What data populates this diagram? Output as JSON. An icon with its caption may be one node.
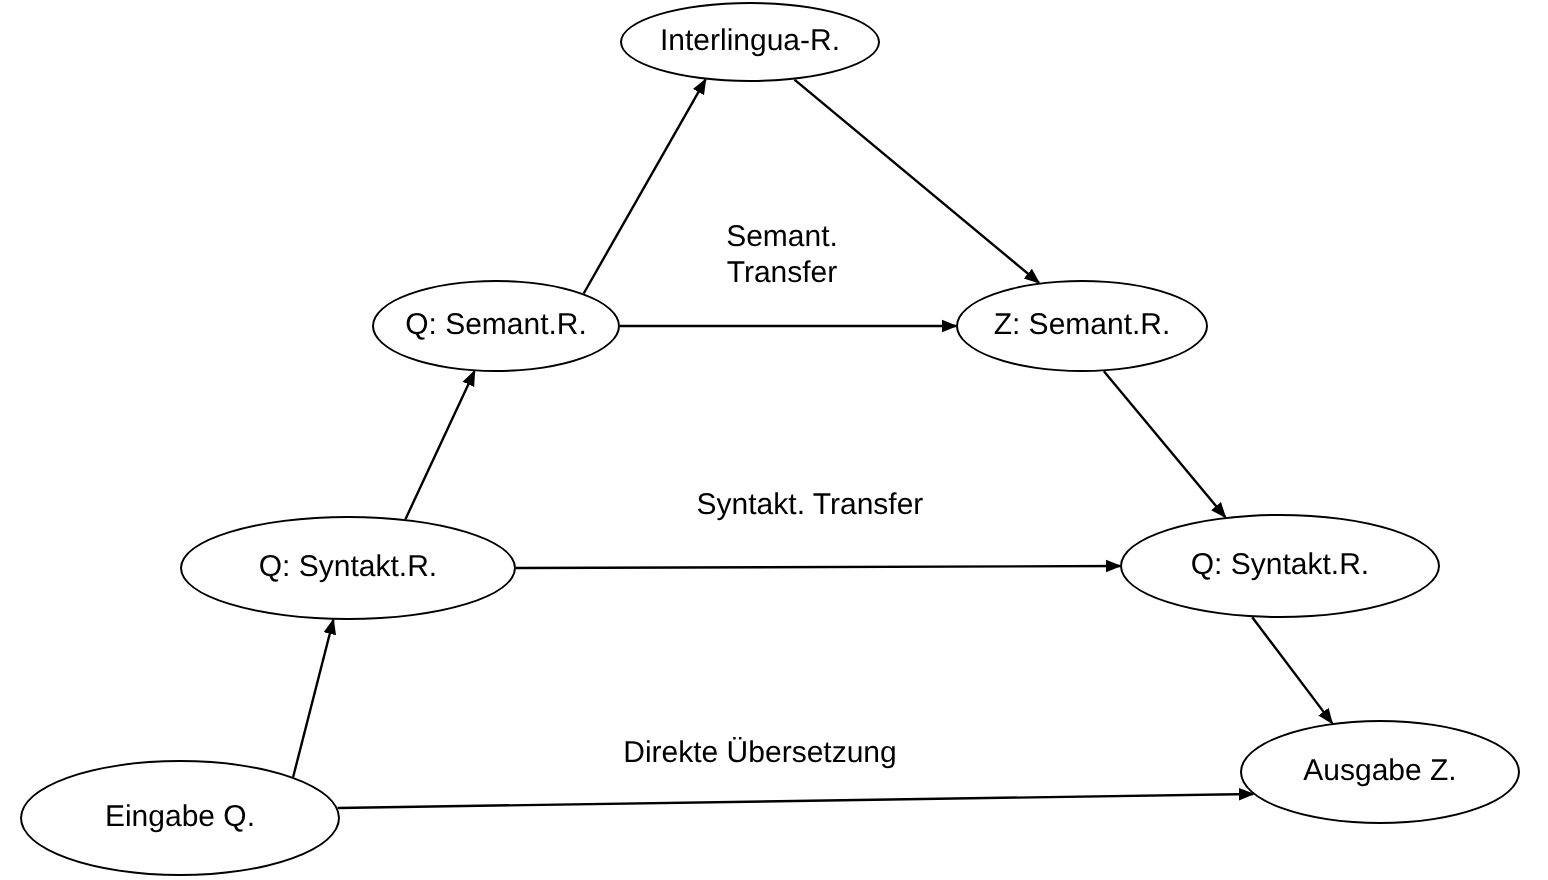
{
  "diagram": {
    "nodes": [
      {
        "text": [
          "Interlingua-R."
        ]
      },
      {
        "text": [
          "Q: Semant.R."
        ]
      },
      {
        "text": [
          "Z: Semant.R."
        ]
      },
      {
        "text": [
          "Q: Syntakt.R."
        ]
      },
      {
        "text": [
          "Q: Syntakt.R."
        ]
      },
      {
        "text": [
          "Eingabe Q."
        ]
      },
      {
        "text": [
          "Ausgabe Z."
        ]
      }
    ],
    "edges": [
      {
        "from": 5,
        "to": 3,
        "arrow": "to"
      },
      {
        "from": 3,
        "to": 1,
        "arrow": "to"
      },
      {
        "from": 1,
        "to": 0,
        "arrow": "to"
      },
      {
        "from": 0,
        "to": 2,
        "arrow": "to"
      },
      {
        "from": 1,
        "to": 2,
        "arrow": "to",
        "label": "Semant. Transfer"
      },
      {
        "from": 2,
        "to": 4,
        "arrow": "to"
      },
      {
        "from": 3,
        "to": 4,
        "arrow": "to",
        "label": "Syntakt. Transfer"
      },
      {
        "from": 4,
        "to": 6,
        "arrow": "to"
      },
      {
        "from": 5,
        "to": 6,
        "arrow": "to",
        "label": "Direkte Übersetzung"
      }
    ]
  }
}
